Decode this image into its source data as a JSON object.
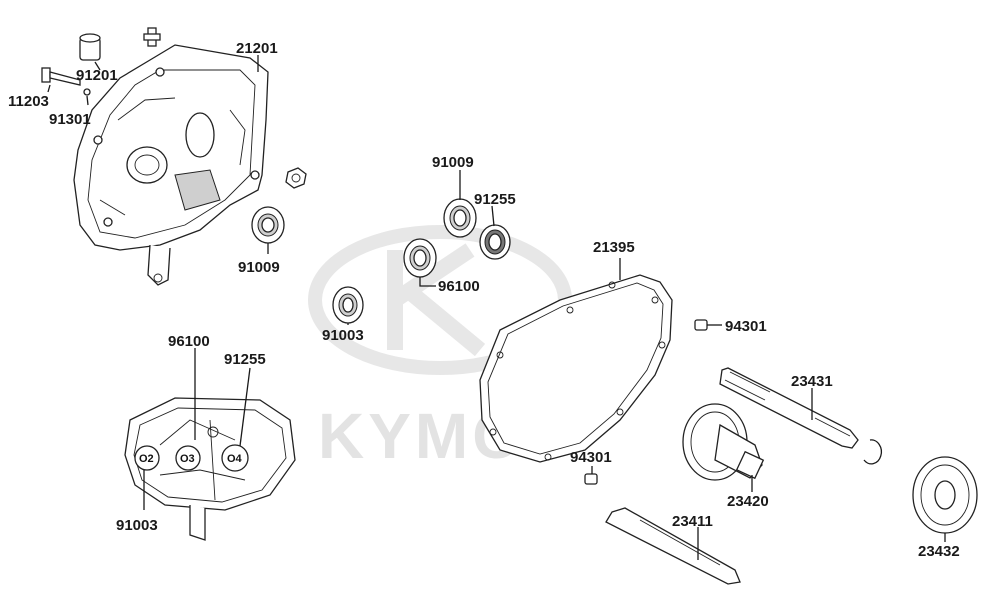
{
  "watermark": {
    "brand": "KYMCO"
  },
  "callouts": [
    {
      "id": "c21201",
      "label": "21201"
    },
    {
      "id": "c91201",
      "label": "91201"
    },
    {
      "id": "c11203",
      "label": "11203"
    },
    {
      "id": "c91301",
      "label": "91301"
    },
    {
      "id": "c91009a",
      "label": "91009"
    },
    {
      "id": "c91009b",
      "label": "91009"
    },
    {
      "id": "c91255a",
      "label": "91255"
    },
    {
      "id": "c96100a",
      "label": "96100"
    },
    {
      "id": "c91003a",
      "label": "91003"
    },
    {
      "id": "c21395",
      "label": "21395"
    },
    {
      "id": "c94301a",
      "label": "94301"
    },
    {
      "id": "c23431",
      "label": "23431"
    },
    {
      "id": "c96100b",
      "label": "96100"
    },
    {
      "id": "c91255b",
      "label": "91255"
    },
    {
      "id": "c91003b",
      "label": "91003"
    },
    {
      "id": "c94301b",
      "label": "94301"
    },
    {
      "id": "c23420",
      "label": "23420"
    },
    {
      "id": "c23411",
      "label": "23411"
    },
    {
      "id": "c23432",
      "label": "23432"
    }
  ],
  "bearing_positions": [
    {
      "label": "O2"
    },
    {
      "label": "O3"
    },
    {
      "label": "O4"
    }
  ]
}
